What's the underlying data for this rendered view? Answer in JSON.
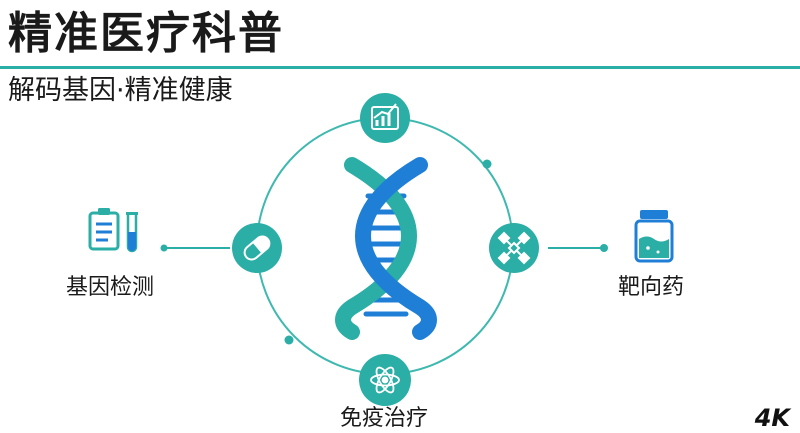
{
  "title": "精准医疗科普",
  "subtitle": "解码基因·精准健康",
  "labels": {
    "gene_testing": "基因检测",
    "targeted_drug": "靶向药",
    "immunotherapy": "免疫治疗"
  },
  "badge": "4K",
  "colors": {
    "teal": "#2aaea6",
    "blue": "#1f7fd6",
    "ring": "#3fb9b0"
  },
  "icons": [
    "chart-growth-icon",
    "pill-capsule-icon",
    "molecule-icon",
    "atom-icon",
    "clipboard-icon",
    "test-tube-icon",
    "medicine-bottle-icon",
    "dna-helix-icon"
  ]
}
